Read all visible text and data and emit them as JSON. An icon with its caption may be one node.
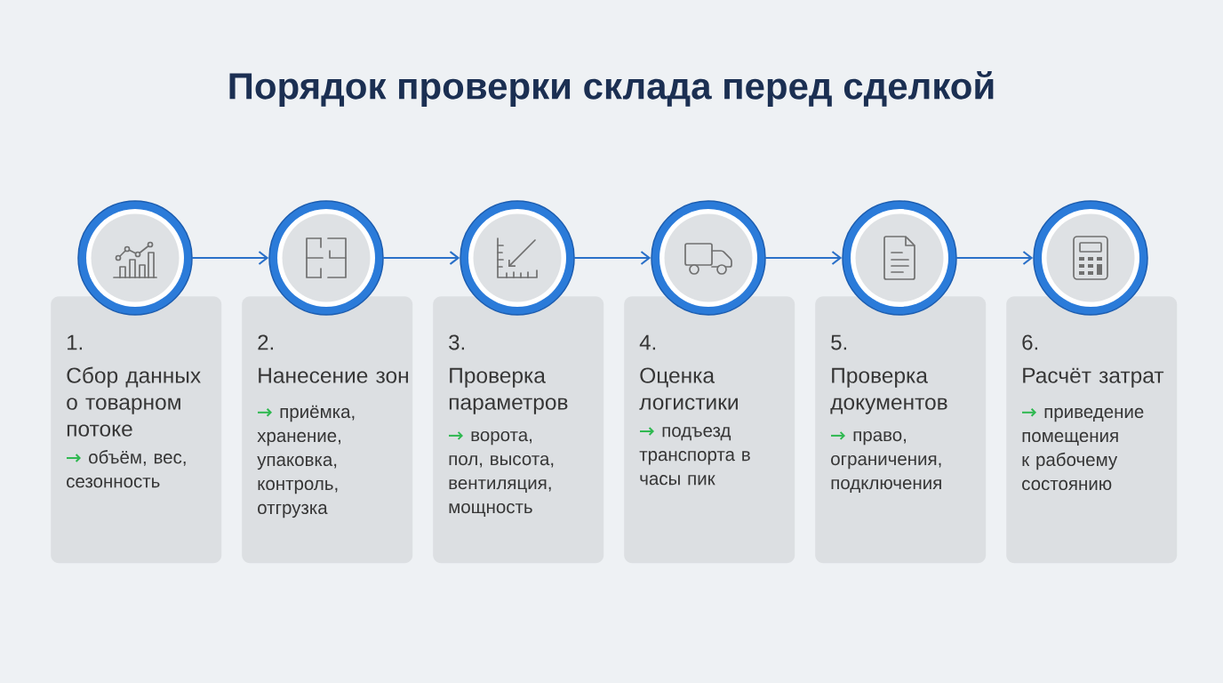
{
  "diagram": {
    "title": "Порядок проверки склада перед сделкой",
    "nodes": [
      {
        "text": [],
        "shape": "circle"
      },
      {
        "text": [
          "1.",
          "Сбор данных о товарном потоке",
          "объём, вес, сезонность"
        ]
      },
      {
        "text": [],
        "shape": "circle"
      },
      {
        "text": [
          "2.",
          "Нанесение зон",
          "приёмка, хранение, упаковка, контроль, отгрузка"
        ]
      },
      {
        "text": [],
        "shape": "circle"
      },
      {
        "text": [
          "3.",
          "Проверка параметров",
          "ворота, пол, высота, вентиляция, мощность"
        ]
      },
      {
        "text": [],
        "shape": "circle"
      },
      {
        "text": [
          "4.",
          "Оценка логистики",
          "подъезд транспорта в часы пик"
        ]
      },
      {
        "text": [],
        "shape": "circle"
      },
      {
        "text": [
          "5.",
          "Проверка документов",
          "право, ограничения, подключения"
        ]
      },
      {
        "text": [],
        "shape": "circle"
      },
      {
        "text": [
          "6.",
          "Расчёт затрат",
          "приведение помещения к рабочему состоянию"
        ]
      }
    ],
    "edges": [
      {
        "from": 0,
        "to": 2,
        "arrow": "to"
      },
      {
        "from": 2,
        "to": 4,
        "arrow": "to"
      },
      {
        "from": 4,
        "to": 6,
        "arrow": "to"
      },
      {
        "from": 6,
        "to": 8,
        "arrow": "to"
      },
      {
        "from": 8,
        "to": 10,
        "arrow": "to"
      }
    ]
  }
}
